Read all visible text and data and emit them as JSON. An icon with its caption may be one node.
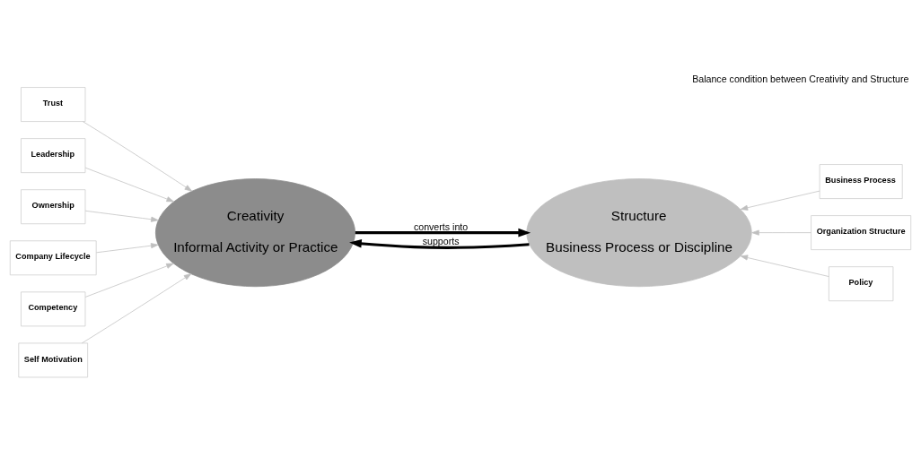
{
  "diagram": {
    "title": "Balance condition between Creativity and Structure",
    "nodes": [
      {
        "text": [
          "Trust"
        ]
      },
      {
        "text": [
          "Leadership"
        ]
      },
      {
        "text": [
          "Ownership"
        ]
      },
      {
        "text": [
          "Company Lifecycle"
        ]
      },
      {
        "text": [
          "Competency"
        ]
      },
      {
        "text": [
          "Self Motivation"
        ]
      },
      {
        "text": [
          "Creativity",
          "Informal Activity or Practice"
        ]
      },
      {
        "text": [
          "Structure",
          "Business Process or Discipline"
        ]
      },
      {
        "text": [
          "Business Process"
        ]
      },
      {
        "text": [
          "Organization Structure"
        ]
      },
      {
        "text": [
          "Policy"
        ]
      }
    ],
    "edges": [
      {
        "from": 0,
        "to": 6,
        "arrow": "to"
      },
      {
        "from": 1,
        "to": 6,
        "arrow": "to"
      },
      {
        "from": 2,
        "to": 6,
        "arrow": "to"
      },
      {
        "from": 3,
        "to": 6,
        "arrow": "to"
      },
      {
        "from": 4,
        "to": 6,
        "arrow": "to"
      },
      {
        "from": 5,
        "to": 6,
        "arrow": "to"
      },
      {
        "from": 6,
        "to": 7,
        "arrow": "to",
        "label": "converts into",
        "style": "thick",
        "color": "#000000"
      },
      {
        "from": 7,
        "to": 6,
        "arrow": "to",
        "label": "supports",
        "style": "thick",
        "color": "#000000"
      },
      {
        "from": 8,
        "to": 7,
        "arrow": "to"
      },
      {
        "from": 9,
        "to": 7,
        "arrow": "to"
      },
      {
        "from": 10,
        "to": 7,
        "arrow": "to"
      }
    ]
  }
}
